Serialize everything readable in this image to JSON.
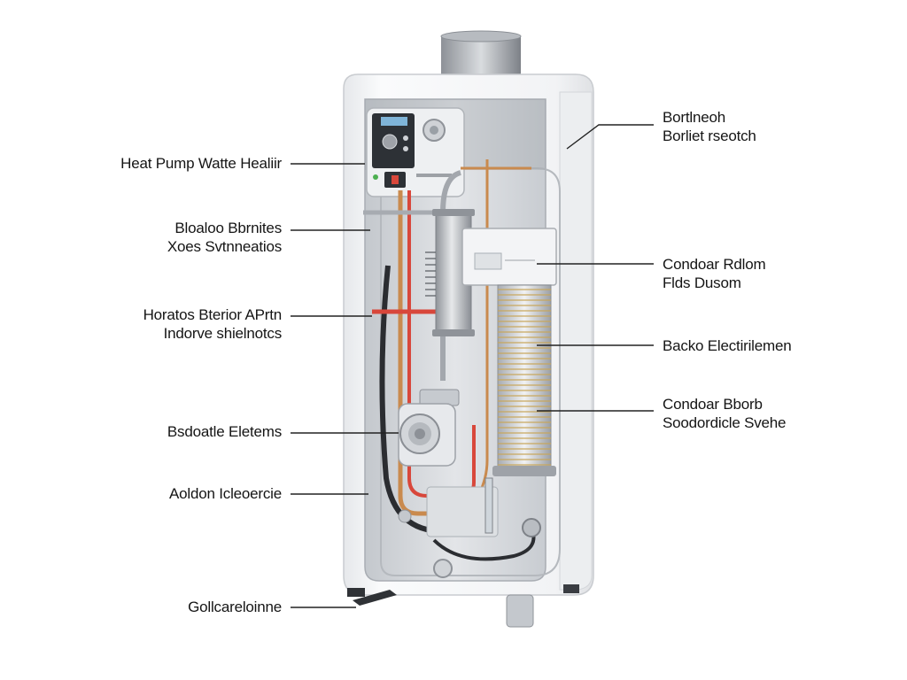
{
  "labels": {
    "heat_pump": "Heat Pump Watte Healiir",
    "left_2_line1": "Bloaloo Bbrnites",
    "left_2_line2": "Xoes Svtnneatios",
    "left_3_line1": "Horatos Bterior APrtn",
    "left_3_line2": "Indorve shielnotcs",
    "left_4": "Bsdoatle Eletems",
    "left_5": "Aoldon Icleoercie",
    "left_6": "Gollcareloinne",
    "right_1_line1": "Bortlneoh",
    "right_1_line2": "Borliet rseotch",
    "right_2_line1": "Condoar Rdlom",
    "right_2_line2": "Flds Dusom",
    "right_3": "Backo Electirilemen",
    "right_4_line1": "Condoar Bborb",
    "right_4_line2": "Soodordicle Svehe"
  },
  "colors": {
    "cabinet": "#f4f5f7",
    "interior": "#d9dce0",
    "copper": "#c98a4e",
    "red_pipe": "#d8473b",
    "dark_pipe": "#2b2d31",
    "leader": "#222222"
  },
  "icons": [
    "exhaust-pipe-icon",
    "control-panel-icon",
    "fan-motor-icon",
    "condenser-coil-icon",
    "foot-pedal-icon"
  ]
}
